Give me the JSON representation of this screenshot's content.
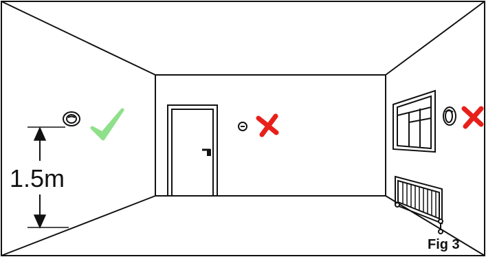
{
  "dimension": {
    "label": "1.5m"
  },
  "figure": {
    "label": "Fig 3"
  },
  "marks": {
    "correct": {
      "icon": "check-icon",
      "color": "#8fe08a"
    },
    "incorrect": {
      "icon": "cross-icon",
      "color": "#e8201b"
    }
  },
  "placements": [
    {
      "location": "left-wall",
      "result": "correct"
    },
    {
      "location": "back-wall-near-door",
      "result": "incorrect"
    },
    {
      "location": "right-wall-near-window",
      "result": "incorrect"
    }
  ]
}
